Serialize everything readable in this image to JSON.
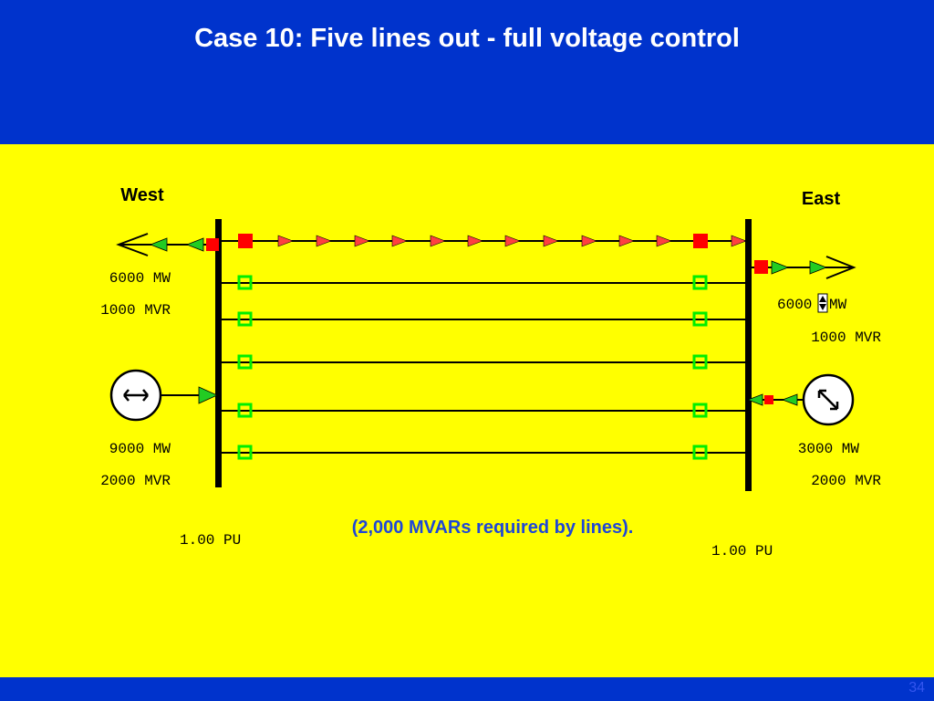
{
  "title": "Case 10: Five lines out - full voltage control",
  "page_number": "34",
  "colors": {
    "header_bg": "#0033cc",
    "background": "#ffff00",
    "bus": "#000000",
    "breaker_closed": "#ff0000",
    "breaker_open": "#00ee00",
    "flow_arrow_line": "#ff4040",
    "flow_arrow_green": "#22cc22",
    "note_text": "#1f47d6"
  },
  "west": {
    "name": "West",
    "load_mw": "6000 MW",
    "load_mvr": "1000 MVR",
    "gen_mw": "9000 MW",
    "gen_mvr": "2000 MVR",
    "voltage": "1.00 PU"
  },
  "east": {
    "name": "East",
    "load_mw_value": "6000",
    "load_mw_unit": "MW",
    "load_mvr": "1000 MVR",
    "gen_mw": "3000 MW",
    "gen_mvr": "2000 MVR",
    "voltage": "1.00 PU"
  },
  "note": "(2,000 MVARs required by lines).",
  "lines": [
    {
      "status": "closed"
    },
    {
      "status": "open"
    },
    {
      "status": "open"
    },
    {
      "status": "open"
    },
    {
      "status": "open"
    },
    {
      "status": "open"
    }
  ]
}
